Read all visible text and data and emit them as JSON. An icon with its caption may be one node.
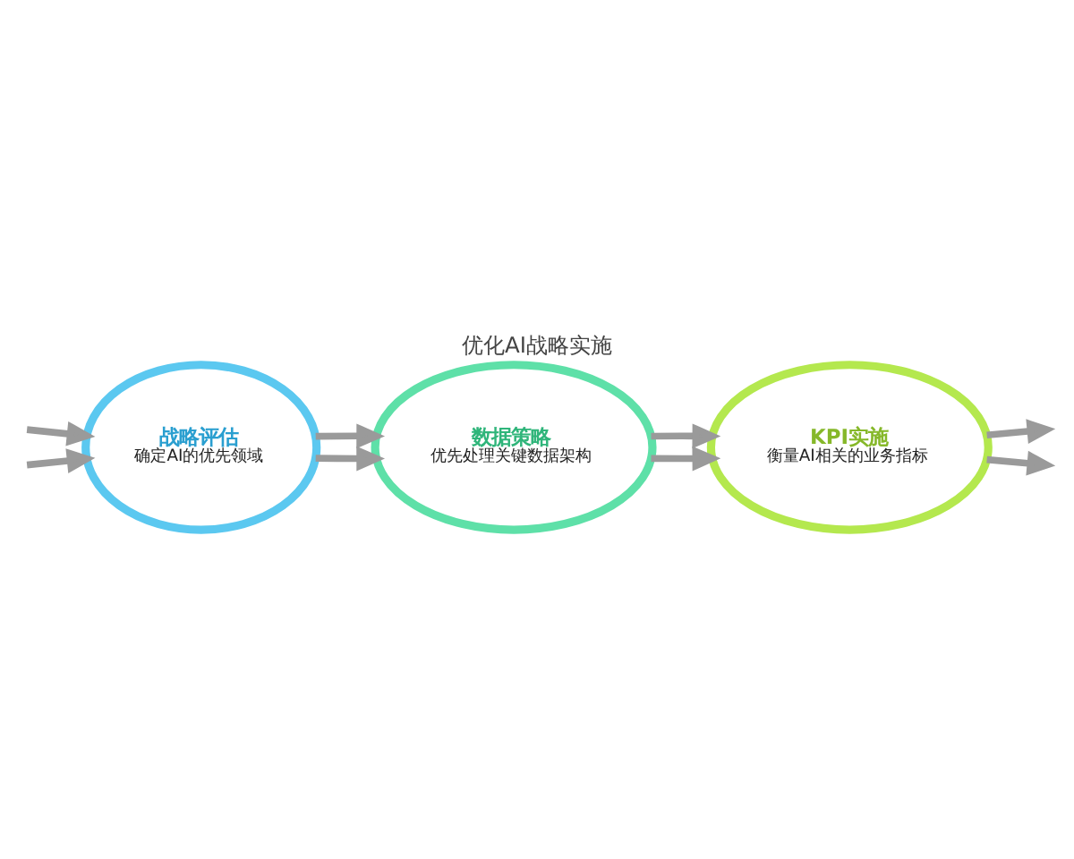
{
  "diagram": {
    "title": "优化AI战略实施",
    "nodes": [
      {
        "text": [
          "战略评估",
          "确定AI的优先领域"
        ]
      },
      {
        "text": [
          "数据策略",
          "优先处理关键数据架构"
        ]
      },
      {
        "text": [
          "KPI实施",
          "衡量AI相关的业务指标"
        ]
      }
    ],
    "edges": [
      {
        "from": null,
        "to": 0,
        "arrow": "to"
      },
      {
        "from": null,
        "to": 0,
        "arrow": "to"
      },
      {
        "from": 0,
        "to": 1,
        "arrow": "to"
      },
      {
        "from": 0,
        "to": 1,
        "arrow": "to"
      },
      {
        "from": 1,
        "to": 2,
        "arrow": "to"
      },
      {
        "from": 1,
        "to": 2,
        "arrow": "to"
      },
      {
        "from": 2,
        "to": null,
        "arrow": "to"
      },
      {
        "from": 2,
        "to": null,
        "arrow": "to"
      }
    ]
  }
}
